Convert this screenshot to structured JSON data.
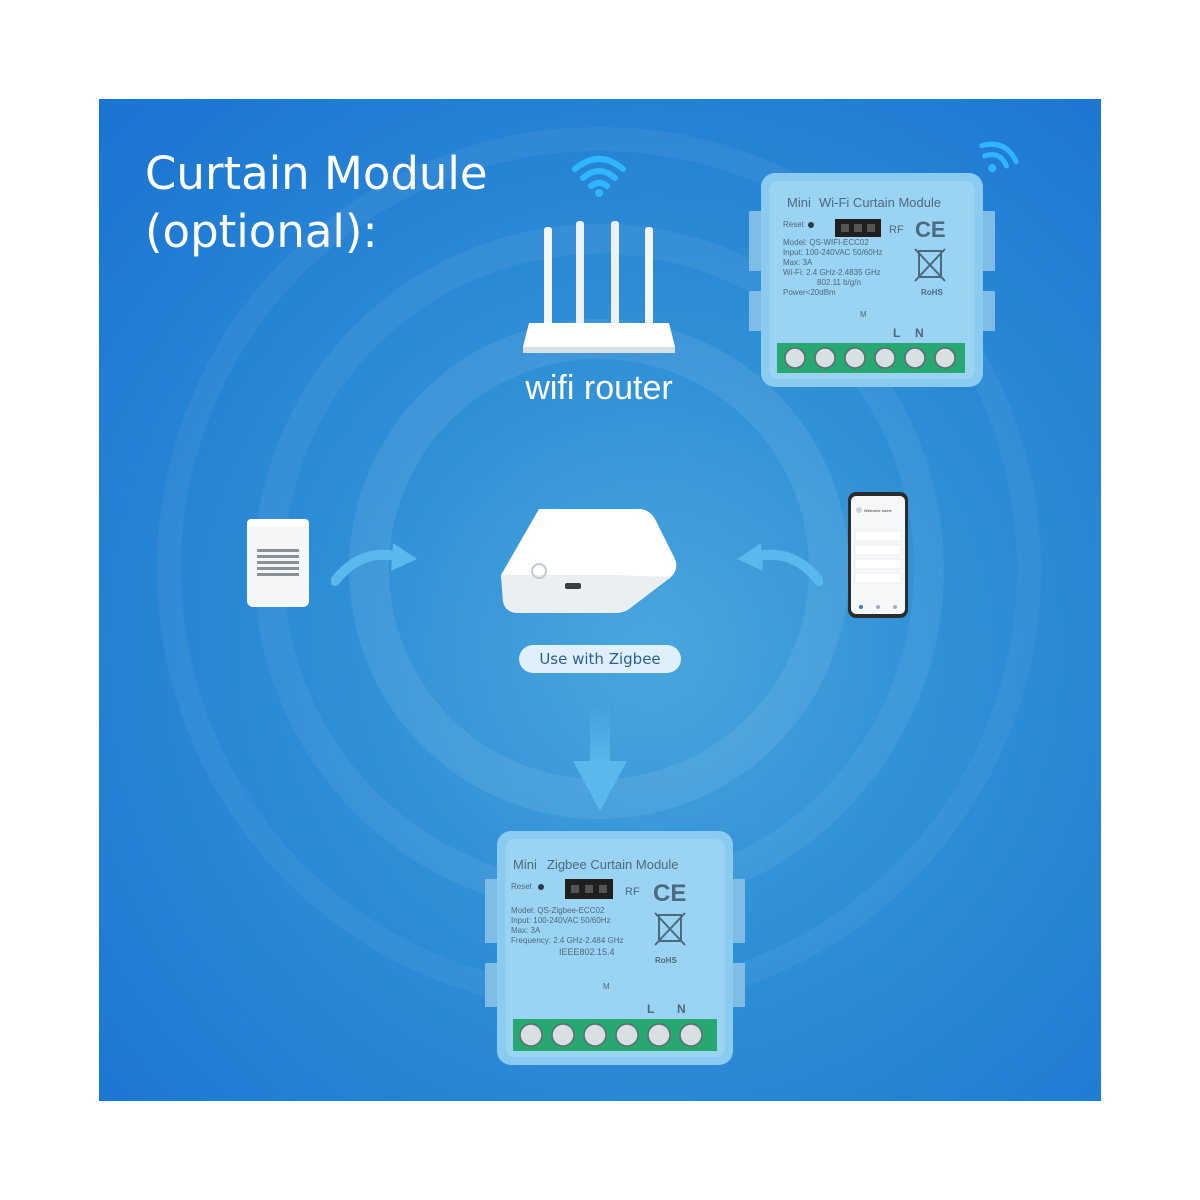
{
  "title": {
    "line1": "Curtain Module",
    "line2": "(optional):"
  },
  "router": {
    "label": "wifi router"
  },
  "hub": {
    "badge": "Use with Zigbee"
  },
  "wifi_module": {
    "mini": "Mini",
    "name": "Wi-Fi Curtain Module",
    "reset": "Reset",
    "rf": "RF",
    "model": "Model: QS-WIFI-ECC02",
    "input": "Input: 100-240VAC 50/60Hz",
    "max": "Max: 3A",
    "freq": "Wi-Fi: 2.4 GHz-2.4835 GHz",
    "std": "802.11 b/g/n",
    "power": "Power<20dBm",
    "ce": "CE",
    "rohs": "RoHS",
    "motor": "M",
    "terminal_l": "L",
    "terminal_n": "N"
  },
  "zigbee_module": {
    "mini": "Mini",
    "name": "Zigbee Curtain Module",
    "reset": "Reset",
    "rf": "RF",
    "model": "Model: QS-Zigbee-ECC02",
    "input": "Input: 100-240VAC 50/60Hz",
    "max": "Max: 3A",
    "freq": "Frequency: 2.4 GHz-2.484 GHz",
    "std": "IEEE802.15.4",
    "ce": "CE",
    "rohs": "RoHS",
    "motor": "M",
    "terminal_l": "L",
    "terminal_n": "N"
  },
  "phone": {
    "header": "Welcome home"
  },
  "colors": {
    "panel": "#1a73d2",
    "module_blue": "#8ccbf0",
    "terminal_green": "#27a872",
    "arrow": "#5ab8ec"
  }
}
